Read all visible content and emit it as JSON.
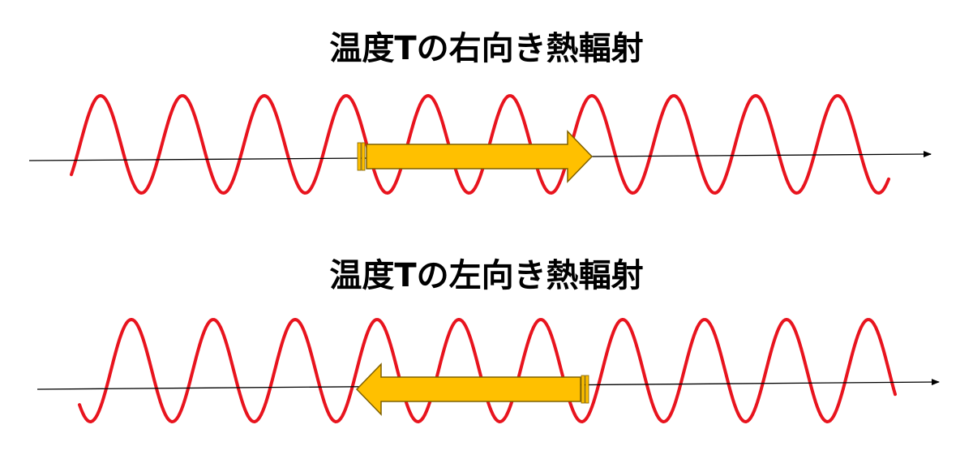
{
  "diagrams": [
    {
      "title": "温度Tの右向き熱輻射",
      "direction": "right"
    },
    {
      "title": "温度Tの左向き熱輻射",
      "direction": "left"
    }
  ],
  "colors": {
    "wave": "#e8141e",
    "arrow_fill": "#ffc000",
    "arrow_stroke": "#7f6000",
    "axis": "#000000"
  }
}
